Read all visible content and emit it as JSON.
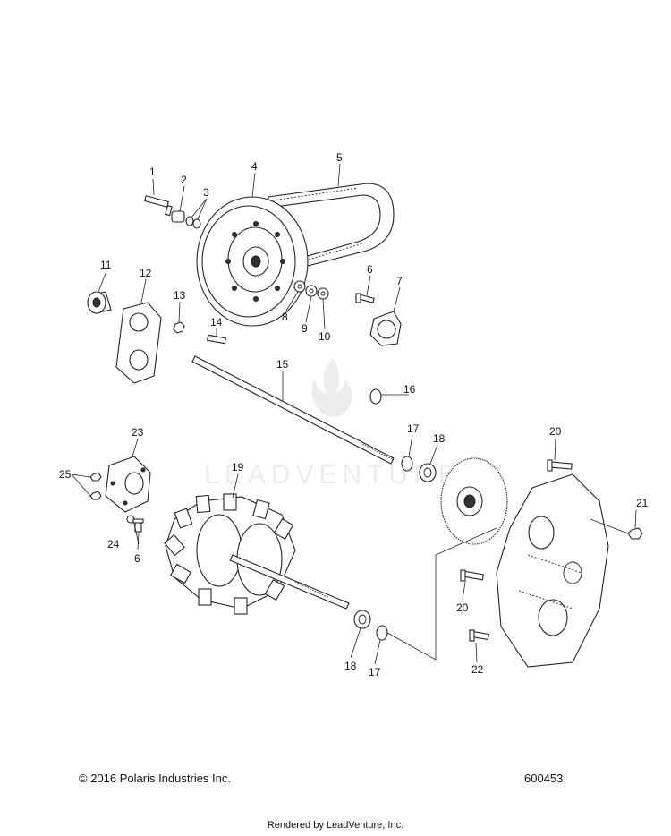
{
  "callouts": [
    "1",
    "2",
    "3",
    "4",
    "5",
    "6",
    "7",
    "8",
    "9",
    "10",
    "11",
    "12",
    "13",
    "14",
    "15",
    "16",
    "17",
    "18",
    "19",
    "20",
    "21",
    "22",
    "23",
    "24",
    "25",
    "6",
    "20",
    "18",
    "17"
  ],
  "watermark": "LEADVENTURE",
  "footer": {
    "copyright": "© 2016 Polaris Industries Inc.",
    "diagram_number": "600453",
    "rendered_by": "Rendered by LeadVenture, Inc."
  }
}
